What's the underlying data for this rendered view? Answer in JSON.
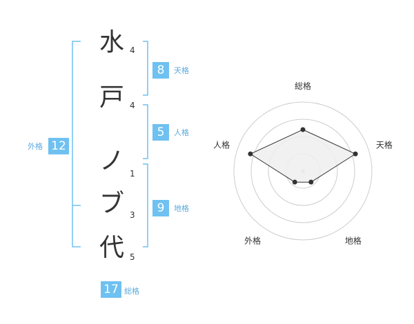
{
  "name_chars": [
    {
      "char": "水",
      "strokes": "4"
    },
    {
      "char": "戸",
      "strokes": "4"
    },
    {
      "char": "ノ",
      "strokes": "1"
    },
    {
      "char": "ブ",
      "strokes": "3"
    },
    {
      "char": "代",
      "strokes": "5"
    }
  ],
  "kaku": {
    "ten": {
      "value": "8",
      "label": "天格"
    },
    "jin": {
      "value": "5",
      "label": "人格"
    },
    "chi": {
      "value": "9",
      "label": "地格"
    },
    "gai": {
      "value": "12",
      "label": "外格"
    },
    "sou": {
      "value": "17",
      "label": "総格"
    }
  },
  "colors": {
    "accent": "#6ec1f0",
    "accent_text": "#5aa9de",
    "text": "#333333",
    "ring": "#cccccc",
    "polygon_fill": "#eeeeee",
    "polygon_stroke": "#333333"
  },
  "chart_data": {
    "type": "radar",
    "axes": [
      "総格",
      "天格",
      "地格",
      "外格",
      "人格"
    ],
    "values": [
      0.6,
      0.8,
      0.2,
      0.2,
      0.8
    ],
    "range": [
      0,
      1
    ],
    "rings": 4
  }
}
